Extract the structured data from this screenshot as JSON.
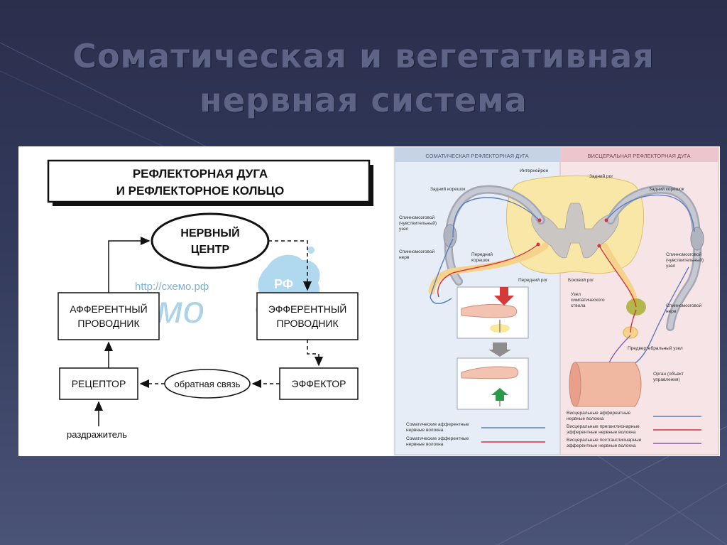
{
  "slide": {
    "title_line1": "Соматическая и вегетативная",
    "title_line2": "нервная система",
    "colors": {
      "background": "#323859",
      "title": "#5d6486"
    }
  },
  "left_diagram": {
    "header_line1": "РЕФЛЕКТОРНАЯ ДУГА",
    "header_line2": "И РЕФЛЕКТОРНОЕ КОЛЬЦО",
    "center_line1": "НЕРВНЫЙ",
    "center_line2": "ЦЕНТР",
    "afferent_line1": "АФФЕРЕНТНЫЙ",
    "afferent_line2": "ПРОВОДНИК",
    "efferent_line1": "ЭФФЕРЕНТНЫЙ",
    "efferent_line2": "ПРОВОДНИК",
    "receptor": "РЕЦЕПТОР",
    "feedback": "обратная связь",
    "effector": "ЭФФЕКТОР",
    "stimulus": "раздражитель",
    "watermark_url": "http://схемо.рф",
    "watermark_logo": "Схемо",
    "watermark_rf": "РФ"
  },
  "right_diagram": {
    "somatic_header": "СОМАТИЧЕСКАЯ РЕФЛЕКТОРНАЯ ДУГА",
    "visceral_header": "ВИСЦЕРАЛЬНАЯ РЕФЛЕКТОРНАЯ ДУГА",
    "labels": {
      "interneuron": "Интернейрон",
      "dorsal_horn": "Задний рог",
      "dorsal_root_left": "Задний корешок",
      "dorsal_root_right": "Задний корешок",
      "spinal_ganglion_left_1": "Спинномозговой",
      "spinal_ganglion_left_2": "(чувствительный)",
      "spinal_ganglion_left_3": "узел",
      "spinal_nerve_left_1": "Спинномозговой",
      "spinal_nerve_left_2": "нерв",
      "ventral_root_1": "Передний",
      "ventral_root_2": "корешок",
      "ventral_horn": "Передний рог",
      "lateral_horn": "Боковой рог",
      "spinal_ganglion_right_1": "Спинномозговой",
      "spinal_ganglion_right_2": "(чувствительный)",
      "spinal_ganglion_right_3": "узел",
      "sympathetic_node_1": "Узел",
      "sympathetic_node_2": "симпатического",
      "sympathetic_node_3": "ствола",
      "spinal_nerve_right_1": "Спинномозговой",
      "spinal_nerve_right_2": "нерв",
      "prevertebral_node": "Предвертебральный узел",
      "organ_1": "Орган (объект",
      "organ_2": "управления)"
    },
    "legend": [
      {
        "line1": "Соматические афферентные",
        "line2": "нервные волокна",
        "color": "#5a7cc0"
      },
      {
        "line1": "Соматические эфферентные",
        "line2": "нервные волокна",
        "color": "#d9303e"
      },
      {
        "line1": "Висцеральные афферентные",
        "line2": "нервные волокна",
        "color": "#5a7cc0"
      },
      {
        "line1": "Висцеральные преганглионарные",
        "line2": "эфферентные нервные волокна",
        "color": "#d9303e"
      },
      {
        "line1": "Висцеральные постганглионарные",
        "line2": "эфферентные нервные волокна",
        "color": "#8a5ca8"
      }
    ]
  }
}
